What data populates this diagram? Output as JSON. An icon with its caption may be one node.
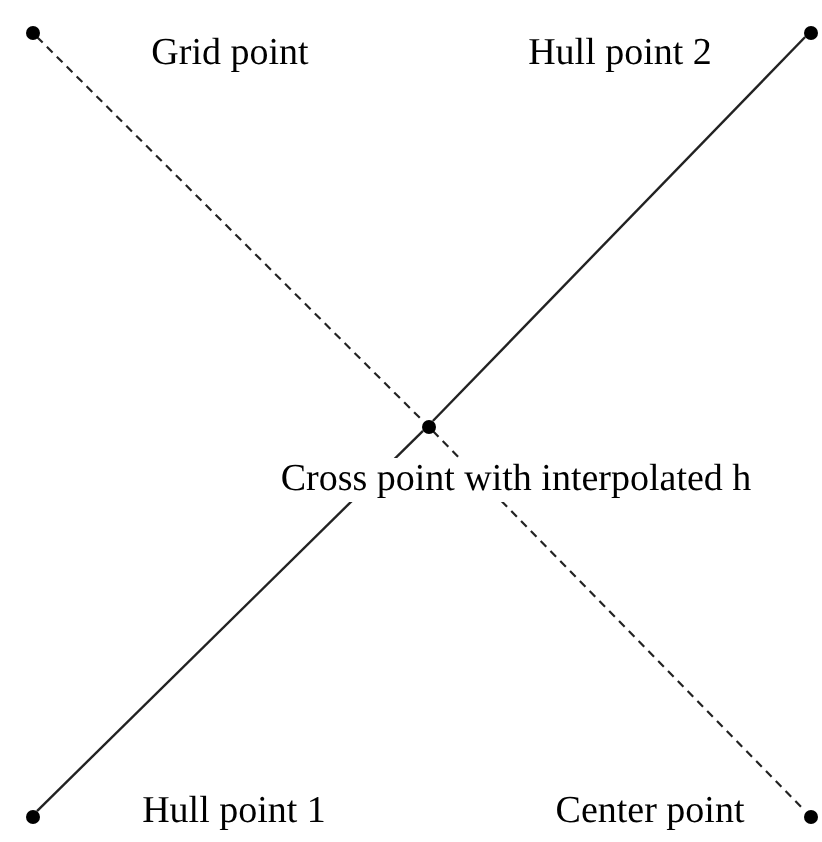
{
  "diagram": {
    "nodes": [
      {
        "text": [],
        "shape": "circle",
        "beside": [
          "Grid point"
        ]
      },
      {
        "text": [],
        "shape": "circle",
        "beside": [
          "Hull point 2"
        ]
      },
      {
        "text": [],
        "shape": "circle",
        "beside": [
          "Cross point with interpolated h"
        ]
      },
      {
        "text": [],
        "shape": "circle",
        "beside": [
          "Hull point 1"
        ]
      },
      {
        "text": [],
        "shape": "circle",
        "beside": [
          "Center point"
        ]
      }
    ],
    "edges": [
      {
        "from": 0,
        "to": 2,
        "arrow": "none",
        "style": "dashed"
      },
      {
        "from": 2,
        "to": 4,
        "arrow": "none",
        "style": "dashed"
      },
      {
        "from": 3,
        "to": 2,
        "arrow": "none"
      },
      {
        "from": 2,
        "to": 1,
        "arrow": "none"
      }
    ]
  }
}
